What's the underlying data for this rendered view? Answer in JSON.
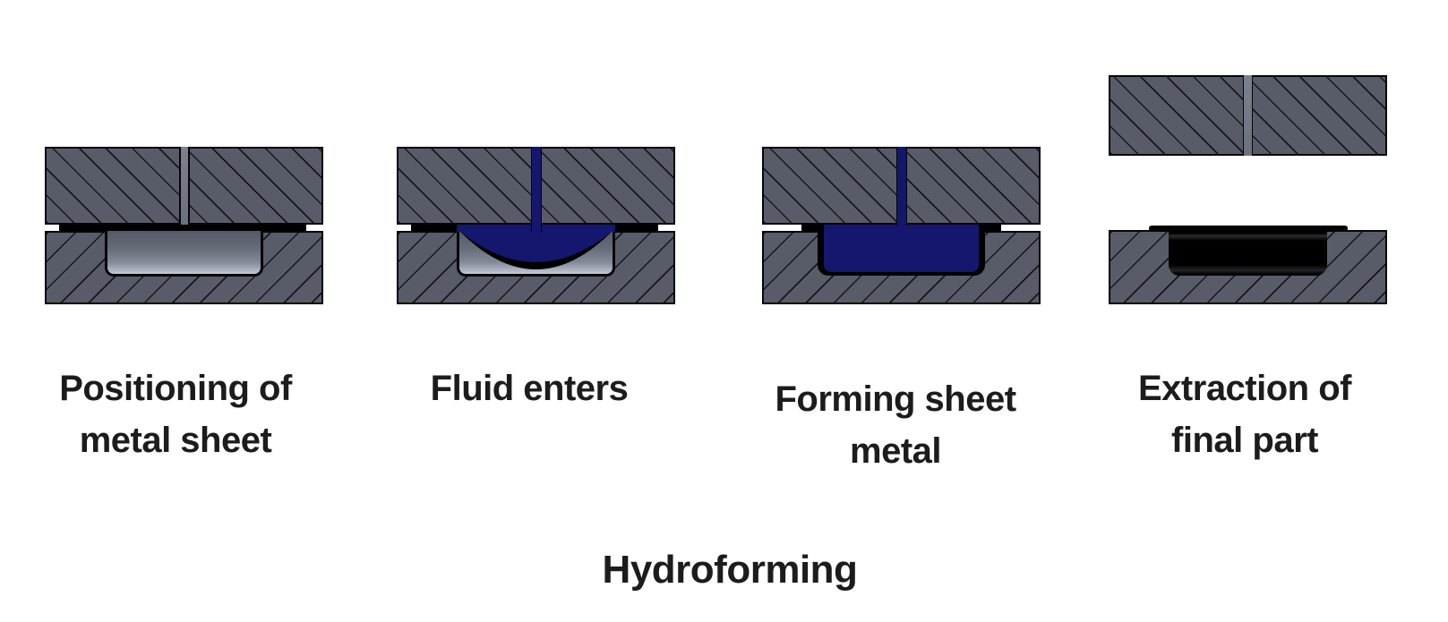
{
  "title": "Hydroforming",
  "stages": [
    {
      "name": "positioning-of-metal-sheet",
      "label": "Positioning of metal sheet",
      "label_line1": "Positioning of",
      "label_line2": "metal sheet"
    },
    {
      "name": "fluid-enters",
      "label": "Fluid enters",
      "label_line1": "Fluid enters",
      "label_line2": ""
    },
    {
      "name": "forming-sheet-metal",
      "label": "Forming sheet metal",
      "label_line1": "Forming sheet",
      "label_line2": "metal"
    },
    {
      "name": "extraction-of-final-part",
      "label": "Extraction of final part",
      "label_line1": "Extraction of",
      "label_line2": "final part"
    }
  ],
  "colors": {
    "bg": "#ffffff",
    "die": "#585c68",
    "fluid": "#15166e",
    "sheet": "#000000",
    "part": "#050505",
    "text": "#1c1c1c"
  }
}
